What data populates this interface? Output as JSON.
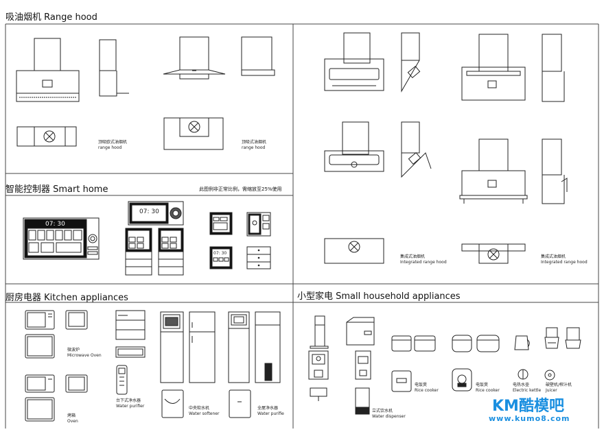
{
  "sections": {
    "range_hood": {
      "title": "吸油烟机 Range hood"
    },
    "smart_home": {
      "title": "智能控制器 Smart home",
      "note": "此图例非正常比例，需缩放至25%使用"
    },
    "kitchen": {
      "title": "厨房电器 Kitchen appliances"
    },
    "small": {
      "title": "小型家电 Small household appliances"
    }
  },
  "captions": {
    "hood_a": [
      "顶吸欧式油烟机",
      "range hood"
    ],
    "hood_b": [
      "顶吸式油烟机",
      "range hood"
    ],
    "hood_c": [
      "集成式油烟机",
      "Integrated range hood"
    ],
    "hood_d": [
      "集成式油烟机",
      "Integrated range hood"
    ],
    "microwave": [
      "微波炉",
      "Microwave Oven"
    ],
    "oven": [
      "烤箱",
      "Oven"
    ],
    "purifier_a": [
      "台下式净水器",
      "Water purifier"
    ],
    "softener": [
      "中央软水机",
      "Water softener"
    ],
    "purifier_b": [
      "全屋净水器",
      "Water purifie"
    ],
    "rice_a": [
      "电饭煲",
      "Rice cooker"
    ],
    "rice_b": [
      "电饭煲",
      "Rice cooker"
    ],
    "kettle": [
      "电热水壶",
      "Electric kettle"
    ],
    "juicer": [
      "破壁机/榨汁机",
      "Juicer"
    ],
    "dispenser": [
      "立式饮水机",
      "Water dispenser"
    ]
  },
  "screens": {
    "time": "07: 30"
  },
  "watermark": {
    "logo": "KM酷模吧",
    "url": "www.kumo8.com",
    "color": "#1a8fe0"
  }
}
